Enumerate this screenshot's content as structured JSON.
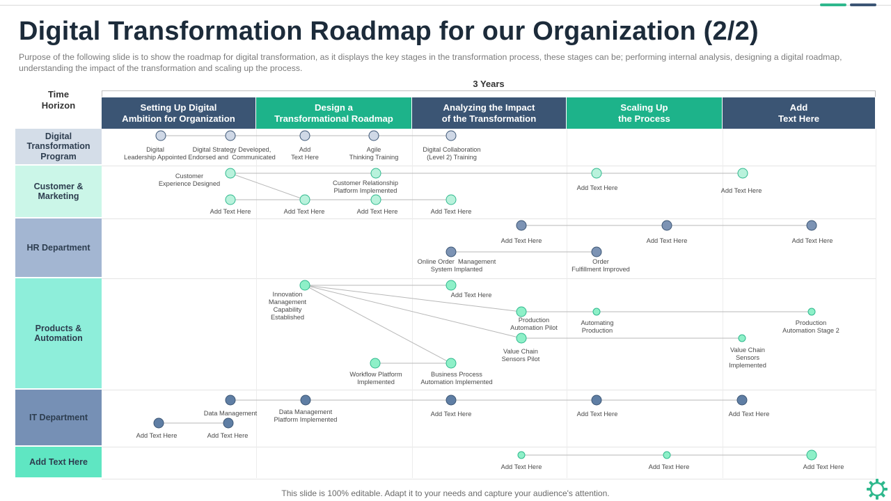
{
  "slide": {
    "title": "Digital Transformation Roadmap for our Organization (2/2)",
    "subtitle": "Purpose of the following slide is to show the roadmap for digital transformation,  as it displays the key stages in the transformation  process, these stages can be; performing  internal analysis, designing a digital roadmap,  understanding  the impact of the transformation  and scaling up the process.",
    "horizon_label": "Time\nHorizon",
    "years_label": "3 Years",
    "footer": "This slide is 100% editable. Adapt it to your needs and capture your audience's attention.",
    "gear_icon": "gear-icon"
  },
  "colors": {
    "navy": "#3b5574",
    "teal": "#1db38a",
    "node_grey": "#cfd8e6",
    "node_teal": "#b9f2dc",
    "node_steel": "#7c93b4",
    "node_mint": "#8ef0c8",
    "node_blue": "#5f7ea4"
  },
  "phases": [
    {
      "label": "Setting Up Digital\nAmbition for Organization",
      "color": "#3b5574"
    },
    {
      "label": "Design a\nTransformational Roadmap",
      "color": "#1db38a"
    },
    {
      "label": "Analyzing the Impact\nof the Transformation",
      "color": "#3b5574"
    },
    {
      "label": "Scaling Up\nthe Process",
      "color": "#1db38a"
    },
    {
      "label": "Add\nText Here",
      "color": "#3b5574"
    }
  ],
  "rows": [
    {
      "label": "Digital\nTransformation\nProgram",
      "color": "#d4dde8"
    },
    {
      "label": "Customer &\nMarketing",
      "color": "#cbf6e8"
    },
    {
      "label": "HR Department",
      "color": "#a3b6d2"
    },
    {
      "label": "Products &\nAutomation",
      "color": "#8eeeda"
    },
    {
      "label": "IT Department",
      "color": "#7690b5"
    },
    {
      "label": "Add Text Here",
      "color": "#5fe6c2"
    }
  ],
  "milestones": [
    {
      "label": "Digital\nLeadership Appointed"
    },
    {
      "label": "Digital Strategy Developed,\nEndorsed and  Communicated"
    },
    {
      "label": "Add\nText Here"
    },
    {
      "label": "Agile\nThinking Training"
    },
    {
      "label": "Digital Collaboration\n(Level 2) Training"
    },
    {
      "label": "Customer\nExperience Designed"
    },
    {
      "label": "Customer Relationship\nPlatform Implemented"
    },
    {
      "label": "Add Text Here"
    },
    {
      "label": "Add Text Here"
    },
    {
      "label": "Add Text Here"
    },
    {
      "label": "Add Text Here"
    },
    {
      "label": "Add Text Here"
    },
    {
      "label": "Add Text Here"
    },
    {
      "label": "Add Text Here"
    },
    {
      "label": "Add Text Here"
    },
    {
      "label": "Add Text Here"
    },
    {
      "label": "Online Order  Management\nSystem Implanted"
    },
    {
      "label": "Order\nFulfillment Improved"
    },
    {
      "label": "Innovation\nManagement\nCapability\nEstablished"
    },
    {
      "label": "Add Text Here"
    },
    {
      "label": "Production\nAutomation Pilot"
    },
    {
      "label": "Automating\nProduction"
    },
    {
      "label": "Production\nAutomation Stage 2"
    },
    {
      "label": "Value Chain\nSensors Pilot"
    },
    {
      "label": "Value Chain\nSensors\nImplemented"
    },
    {
      "label": "Workflow Platform\nImplemented"
    },
    {
      "label": "Business Process\nAutomation Implemented"
    },
    {
      "label": "Data Management"
    },
    {
      "label": "Data Management\nPlatform Implemented"
    },
    {
      "label": "Add Text Here"
    },
    {
      "label": "Add Text Here"
    },
    {
      "label": "Add Text Here"
    },
    {
      "label": "Add Text Here"
    },
    {
      "label": "Add Text Here"
    },
    {
      "label": "Add Text Here"
    },
    {
      "label": "Add Text Here"
    },
    {
      "label": "Add Text Here"
    }
  ]
}
